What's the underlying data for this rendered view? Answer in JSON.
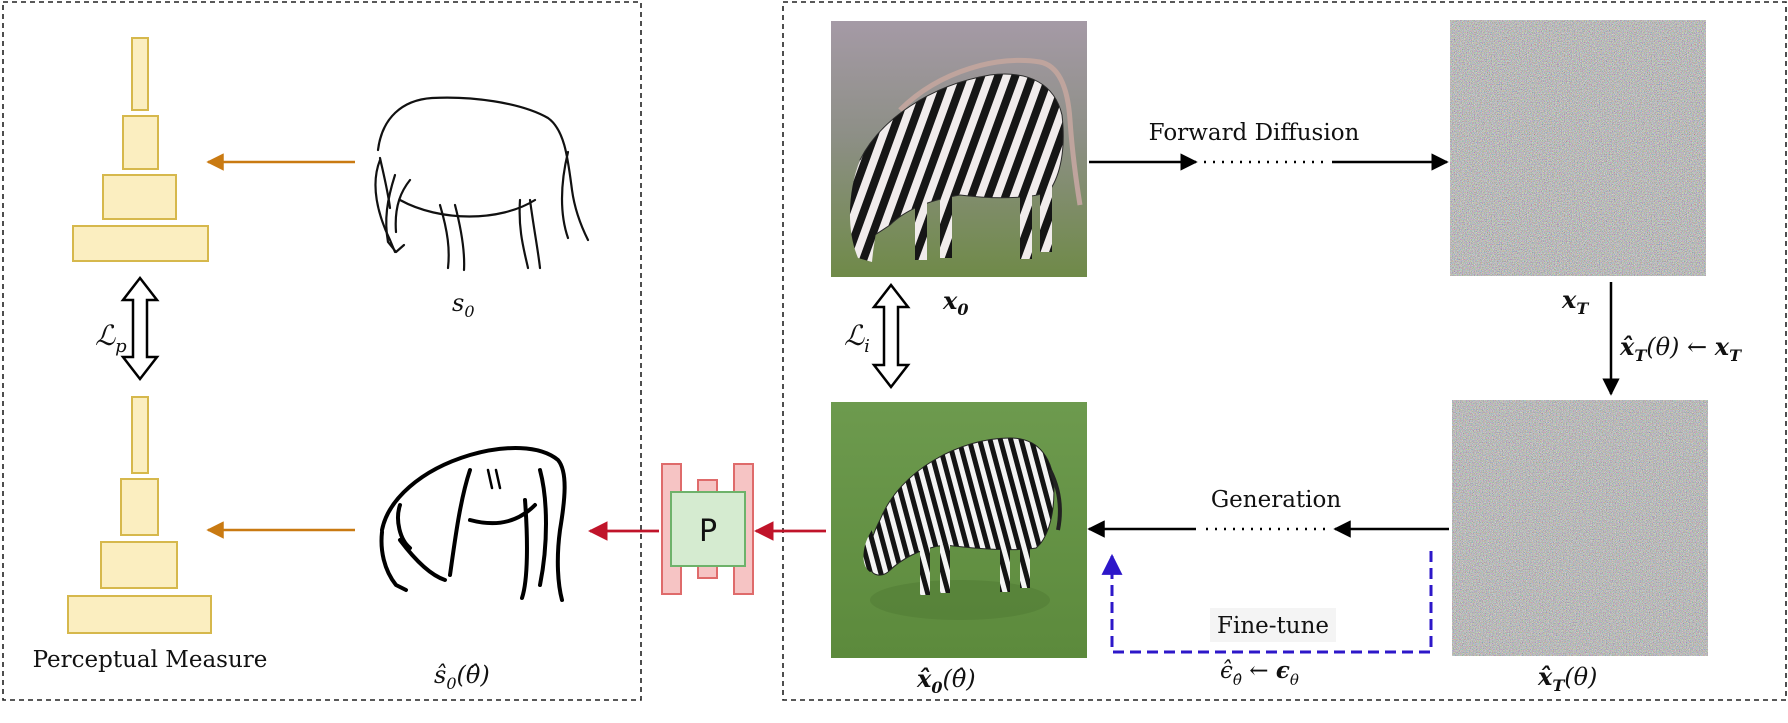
{
  "colors": {
    "pyramid_fill": "#fbeec0",
    "pyramid_stroke": "#d6b84c",
    "orange_arrow": "#c97a12",
    "red_arrow": "#c0142a",
    "fine_tune_dash": "#2d17c9",
    "p_box_fill": "#d5ebd0",
    "p_box_stroke": "#6eb26a",
    "p_bar_fill": "#f6c4c4",
    "p_bar_stroke": "#df6b6b"
  },
  "left_panel": {
    "pyramid_label": "Perceptual Measure",
    "loss_label": "ℒ",
    "loss_sub": "p",
    "sketch_top_label": "s",
    "sketch_top_sub": "0",
    "sketch_bottom_label": "ŝ",
    "sketch_bottom_sub": "0",
    "sketch_bottom_arg": "(θ̂)",
    "sketch_top_icon": "zebra-sketch-icon",
    "sketch_bottom_icon": "zebra-sketch-bold-icon"
  },
  "middle": {
    "p_label": "P"
  },
  "right_panel": {
    "x0_label": "x",
    "x0_sub": "0",
    "xT_label": "x",
    "xT_sub": "T",
    "x0hat_label": "x̂",
    "x0hat_sub": "0",
    "x0hat_arg": "(θ̂)",
    "xThat_label": "x̂",
    "xThat_sub": "T",
    "xThat_arg": "(θ)",
    "loss_label": "ℒ",
    "loss_sub": "i",
    "forward_label": "Forward Diffusion",
    "generation_label": "Generation",
    "finetune_label": "Fine-tune",
    "init_lhs": "x̂",
    "init_lhs_sub": "T",
    "init_lhs_arg": "(θ) ← ",
    "init_rhs": "x",
    "init_rhs_sub": "T",
    "eps_lhs": "ϵ̂",
    "eps_lhs_sub": "θ̂",
    "eps_arrow": " ← ",
    "eps_rhs": "ϵ",
    "eps_rhs_sub": "θ",
    "zebra_top_icon": "zebra-photo-icon",
    "zebra_bottom_icon": "zebra-generated-icon",
    "noise_icon": "gaussian-noise-icon"
  }
}
